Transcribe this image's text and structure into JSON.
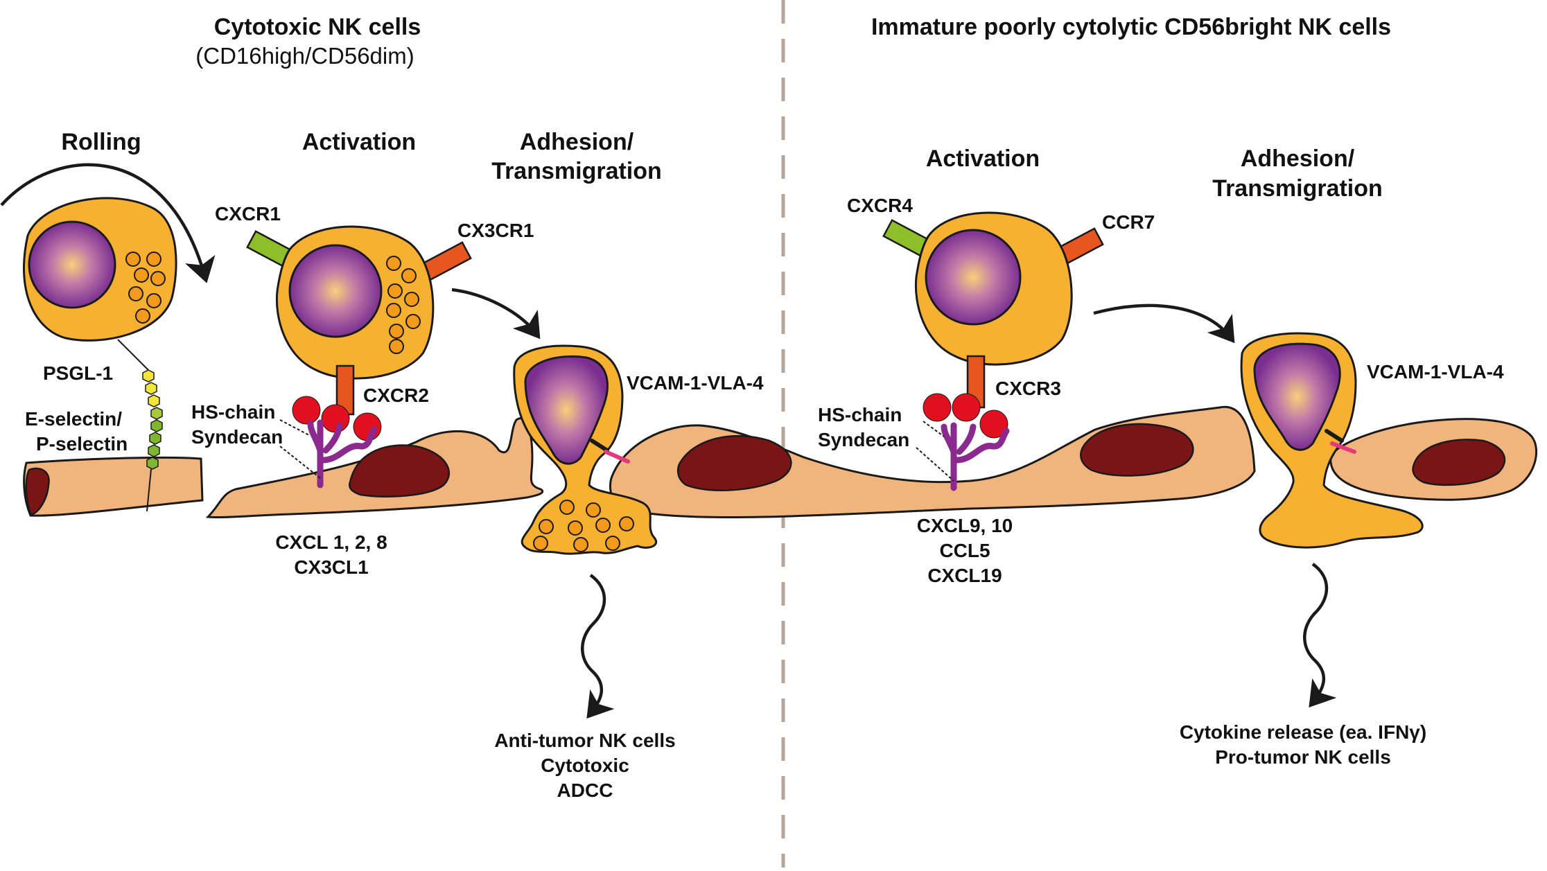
{
  "titles": {
    "left_title": "Cytotoxic NK cells",
    "left_subtitle": "(CD16high/CD56dim)",
    "right_title": "Immature poorly cytolytic CD56bright NK cells"
  },
  "stages": {
    "rolling": "Rolling",
    "activation_left": "Activation",
    "adhesion_left_1": "Adhesion/",
    "adhesion_left_2": "Transmigration",
    "activation_right": "Activation",
    "adhesion_right_1": "Adhesion/",
    "adhesion_right_2": "Transmigration"
  },
  "labels": {
    "cxcr1": "CXCR1",
    "cx3cr1": "CX3CR1",
    "cxcr2": "CXCR2",
    "psgl1": "PSGL-1",
    "selectin_1": "E-selectin/",
    "selectin_2": "P-selectin",
    "hs_chain_left": "HS-chain",
    "syndecan_left": "Syndecan",
    "vcam_left": "VCAM-1-VLA-4",
    "cxcl_left_1": "CXCL 1, 2, 8",
    "cxcl_left_2": "CX3CL1",
    "cxcr4": "CXCR4",
    "ccr7": "CCR7",
    "cxcr3": "CXCR3",
    "hs_chain_right": "HS-chain",
    "syndecan_right": "Syndecan",
    "vcam_right": "VCAM-1-VLA-4",
    "cxcl_right_1": "CXCL9, 10",
    "cxcl_right_2": "CCL5",
    "cxcl_right_3": "CXCL19"
  },
  "outcomes": {
    "left_1": "Anti-tumor NK cells",
    "left_2": "Cytotoxic",
    "left_3": "ADCC",
    "right_1": "Cytokine release (ea. IFNγ)",
    "right_2": "Pro-tumor NK cells"
  },
  "colors": {
    "nk_cell": "#f7b030",
    "endothelium": "#f0b47c",
    "endothelial_nucleus": "#7a1515",
    "nk_nucleus": "#8a3a96",
    "receptor_green": "#8cbf2a",
    "receptor_orange": "#e8561f",
    "chemokine_red": "#e01020",
    "syndecan_purple": "#8b2a8e",
    "vla4_pink": "#e23a7a",
    "divider": "#b5a594"
  }
}
